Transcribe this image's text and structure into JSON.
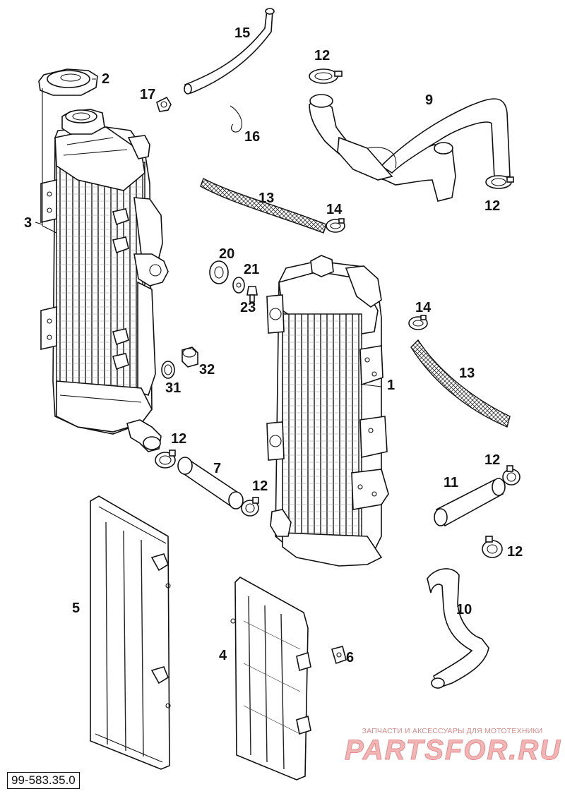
{
  "reference_code": "99-583.35.0",
  "watermark": {
    "tagline": "ЗАПЧАСТИ И АКСЕССУАРЫ ДЛЯ МОТОТЕХНИКИ",
    "brand": "PARTSFOR.RU"
  },
  "callouts": {
    "c1": "1",
    "c2": "2",
    "c3": "3",
    "c4": "4",
    "c5": "5",
    "c6": "6",
    "c7": "7",
    "c9": "9",
    "c10": "10",
    "c11": "11",
    "c12a": "12",
    "c12b": "12",
    "c12c": "12",
    "c12d": "12",
    "c12e": "12",
    "c12f": "12",
    "c13a": "13",
    "c13b": "13",
    "c14a": "14",
    "c14b": "14",
    "c15": "15",
    "c16": "16",
    "c17": "17",
    "c20": "20",
    "c21": "21",
    "c23": "23",
    "c31": "31",
    "c32": "32"
  }
}
